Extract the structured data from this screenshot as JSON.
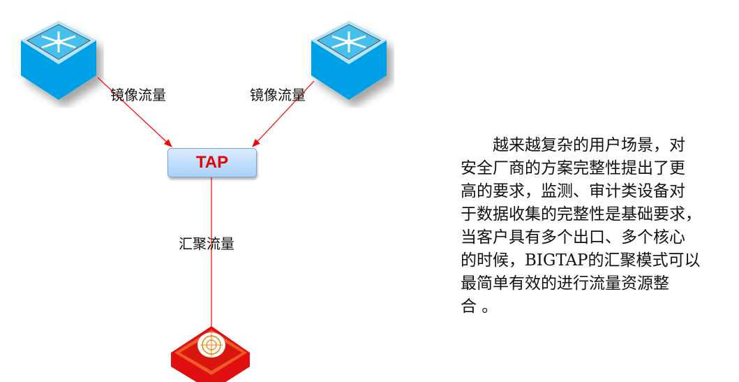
{
  "diagram": {
    "edge_label_left": "镜像流量",
    "edge_label_right": "镜像流量",
    "edge_label_down": "汇聚流量",
    "tap_label": "TAP",
    "colors": {
      "arrow": "#ff0000",
      "switch": "#00a0e6",
      "tool": "#e01010"
    }
  },
  "description": {
    "lines": [
      "　　越来越复杂的用户场景，对",
      "安全厂商的方案完整性提出了更",
      "高的要求，监测、审计类设备对",
      "于数据收集的完整性是基础要求，",
      "当客户具有多个出口、多个核心",
      "的时候，BIGTAP的汇聚模式可以",
      "最简单有效的进行流量资源整",
      "合 。"
    ]
  }
}
